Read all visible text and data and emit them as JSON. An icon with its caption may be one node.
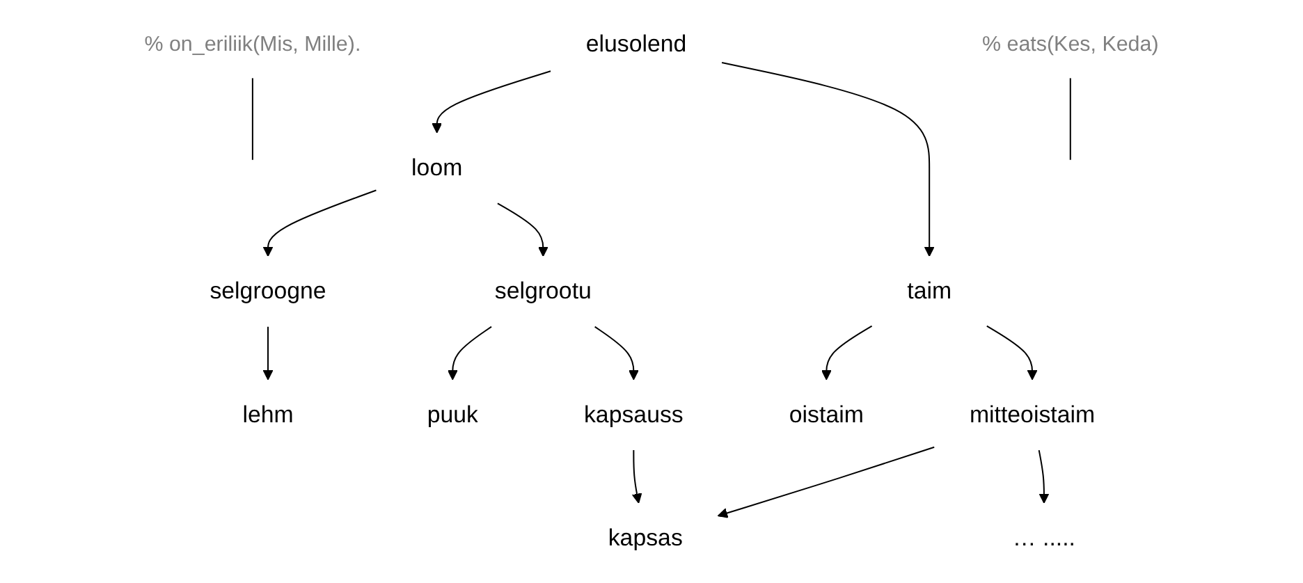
{
  "diagram": {
    "nodes": [
      {
        "text": [
          "elusolend"
        ]
      },
      {
        "text": [
          "loom"
        ]
      },
      {
        "text": [
          "taim"
        ]
      },
      {
        "text": [
          "selgroogne"
        ]
      },
      {
        "text": [
          "selgrootu"
        ]
      },
      {
        "text": [
          "oistaim"
        ]
      },
      {
        "text": [
          "mitteoistaim"
        ]
      },
      {
        "text": [
          "lehm"
        ]
      },
      {
        "text": [
          "puuk"
        ]
      },
      {
        "text": [
          "kapsauss"
        ]
      },
      {
        "text": [
          "kapsas"
        ]
      },
      {
        "text": [
          "… ....."
        ]
      },
      {
        "text": [
          "% on_eriliik(Mis, Mille)."
        ]
      },
      {
        "text": [
          "% eats(Kes, Keda)"
        ]
      }
    ],
    "edges": [
      {
        "from": 0,
        "to": 1,
        "arrow": "to"
      },
      {
        "from": 0,
        "to": 2,
        "arrow": "to"
      },
      {
        "from": 1,
        "to": 3,
        "arrow": "to"
      },
      {
        "from": 1,
        "to": 4,
        "arrow": "to"
      },
      {
        "from": 2,
        "to": 5,
        "arrow": "to"
      },
      {
        "from": 2,
        "to": 6,
        "arrow": "to"
      },
      {
        "from": 3,
        "to": 7,
        "arrow": "to"
      },
      {
        "from": 4,
        "to": 8,
        "arrow": "to"
      },
      {
        "from": 4,
        "to": 9,
        "arrow": "to"
      },
      {
        "from": 6,
        "to": 10,
        "arrow": "to"
      },
      {
        "from": 6,
        "to": 11,
        "arrow": "to"
      },
      {
        "from": 9,
        "to": 10,
        "arrow": "to"
      },
      {
        "from": 12,
        "to": null,
        "arrow": "none"
      },
      {
        "from": 13,
        "to": null,
        "arrow": "none"
      }
    ]
  }
}
